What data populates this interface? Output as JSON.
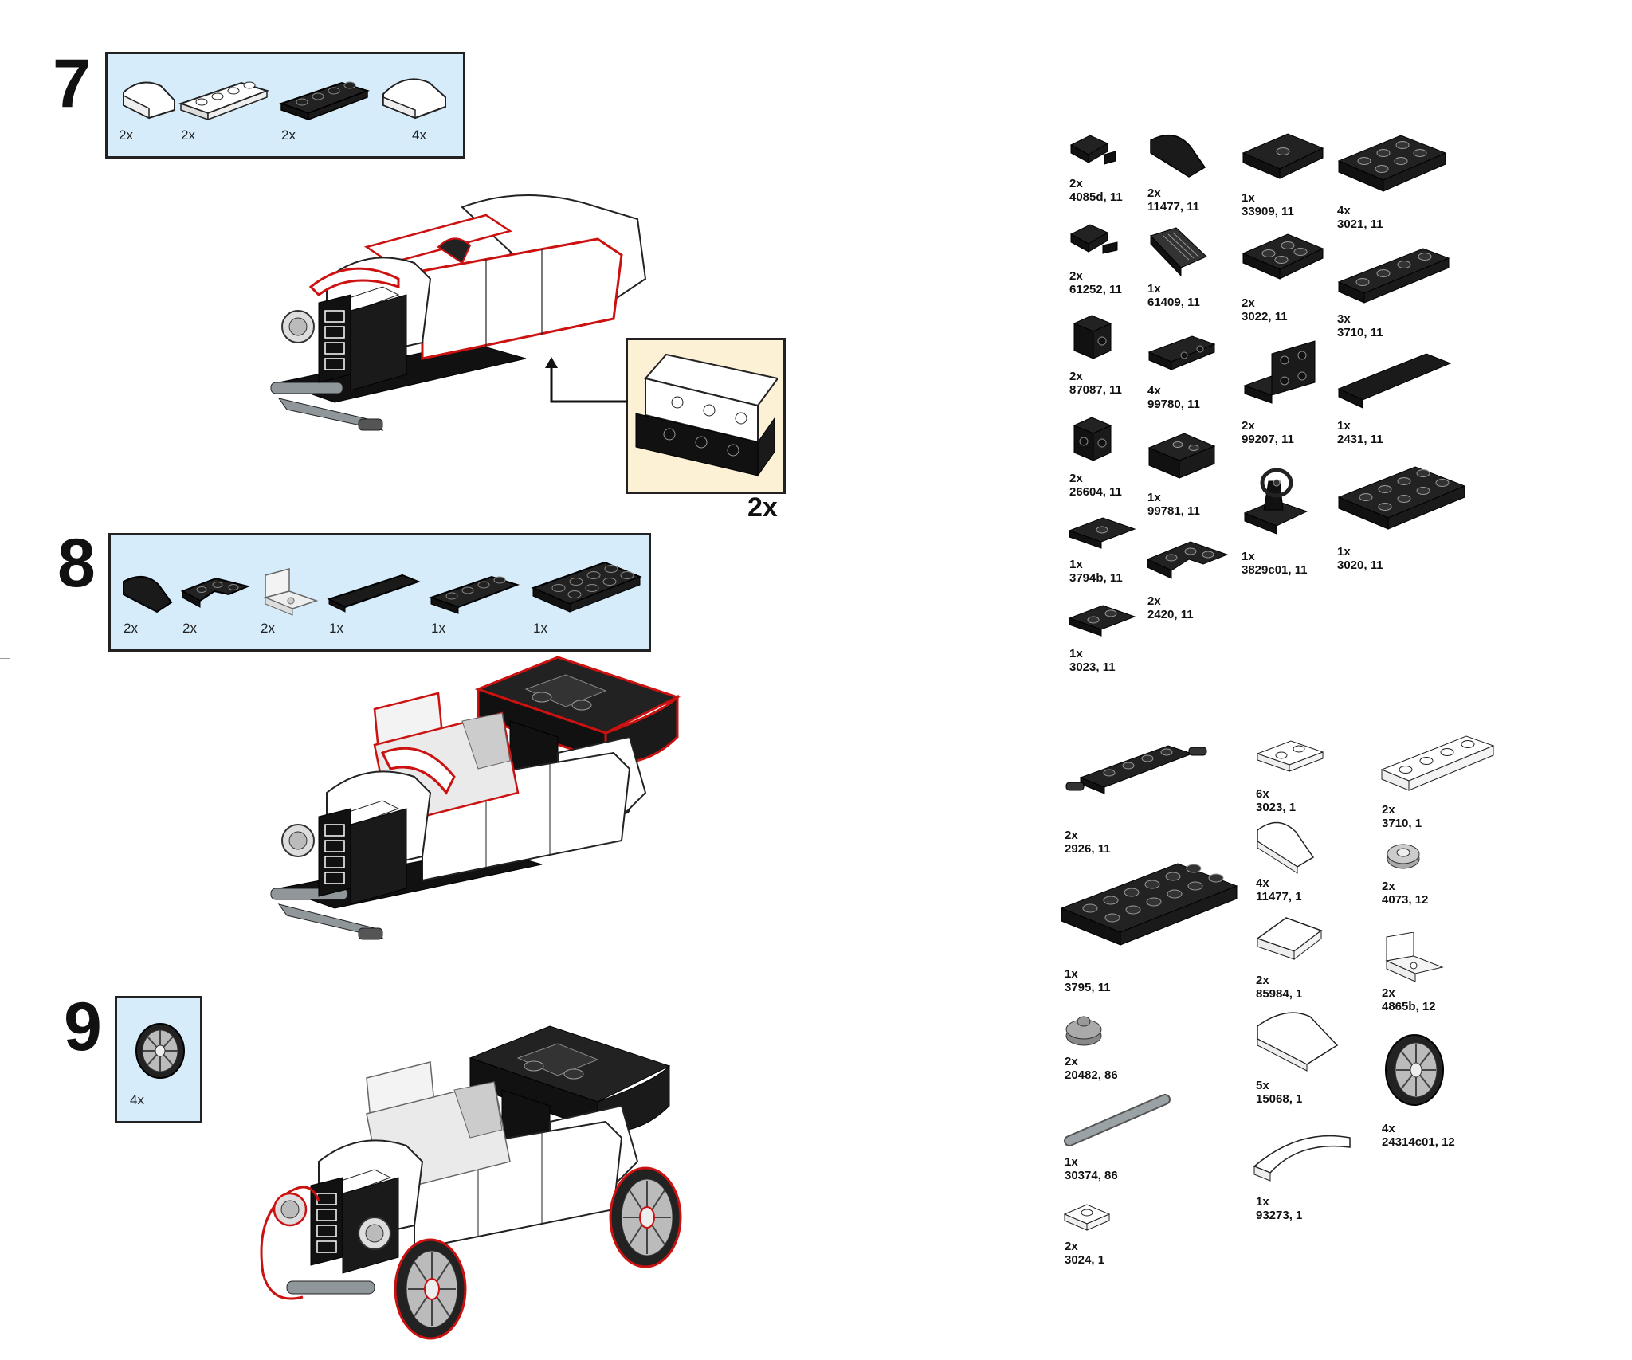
{
  "steps": [
    {
      "number": "7",
      "parts": [
        {
          "qty": "2x",
          "icon": "white-curved-slope"
        },
        {
          "qty": "2x",
          "icon": "white-plate-1x4"
        },
        {
          "qty": "2x",
          "icon": "black-plate-1x4"
        },
        {
          "qty": "4x",
          "icon": "white-curved-slope-large"
        }
      ],
      "subassembly_qty": "2x"
    },
    {
      "number": "8",
      "parts": [
        {
          "qty": "2x",
          "icon": "black-curved-slope"
        },
        {
          "qty": "2x",
          "icon": "black-corner-plate"
        },
        {
          "qty": "2x",
          "icon": "clear-windscreen"
        },
        {
          "qty": "1x",
          "icon": "black-tile-1x6"
        },
        {
          "qty": "1x",
          "icon": "black-plate-1x4"
        },
        {
          "qty": "1x",
          "icon": "black-plate-2x4"
        }
      ]
    },
    {
      "number": "9",
      "parts": [
        {
          "qty": "4x",
          "icon": "spoked-wheel"
        }
      ]
    }
  ],
  "inventory_black": [
    {
      "qty": "2x",
      "id": "4085d, 11"
    },
    {
      "qty": "2x",
      "id": "11477, 11"
    },
    {
      "qty": "1x",
      "id": "33909, 11"
    },
    {
      "qty": "4x",
      "id": "3021, 11"
    },
    {
      "qty": "2x",
      "id": "61252, 11"
    },
    {
      "qty": "1x",
      "id": "61409, 11"
    },
    {
      "qty": "2x",
      "id": "3022, 11"
    },
    {
      "qty": "3x",
      "id": "3710, 11"
    },
    {
      "qty": "2x",
      "id": "87087, 11"
    },
    {
      "qty": "4x",
      "id": "99780, 11"
    },
    {
      "qty": "2x",
      "id": "99207, 11"
    },
    {
      "qty": "1x",
      "id": "2431, 11"
    },
    {
      "qty": "2x",
      "id": "26604, 11"
    },
    {
      "qty": "1x",
      "id": "99781, 11"
    },
    {
      "qty": "1x",
      "id": "3829c01, 11"
    },
    {
      "qty": "1x",
      "id": "3020, 11"
    },
    {
      "qty": "1x",
      "id": "3794b, 11"
    },
    {
      "qty": "2x",
      "id": "2420, 11"
    },
    {
      "qty": "1x",
      "id": "3023, 11"
    }
  ],
  "inventory_other": [
    {
      "qty": "2x",
      "id": "2926, 11"
    },
    {
      "qty": "6x",
      "id": "3023, 1"
    },
    {
      "qty": "2x",
      "id": "3710, 1"
    },
    {
      "qty": "4x",
      "id": "11477, 1"
    },
    {
      "qty": "2x",
      "id": "4073, 12"
    },
    {
      "qty": "1x",
      "id": "3795, 11"
    },
    {
      "qty": "2x",
      "id": "85984, 1"
    },
    {
      "qty": "2x",
      "id": "4865b, 12"
    },
    {
      "qty": "2x",
      "id": "20482, 86"
    },
    {
      "qty": "5x",
      "id": "15068, 1"
    },
    {
      "qty": "4x",
      "id": "24314c01, 12"
    },
    {
      "qty": "1x",
      "id": "30374, 86"
    },
    {
      "qty": "1x",
      "id": "93273, 1"
    },
    {
      "qty": "2x",
      "id": "3024, 1"
    }
  ],
  "colors": {
    "callout_bg": "#d6ecfb",
    "subassembly_bg": "#fcf1d4",
    "highlight": "#cc1111",
    "brick_black": "#111111",
    "brick_white": "#ffffff",
    "brick_grey": "#8f979b"
  }
}
